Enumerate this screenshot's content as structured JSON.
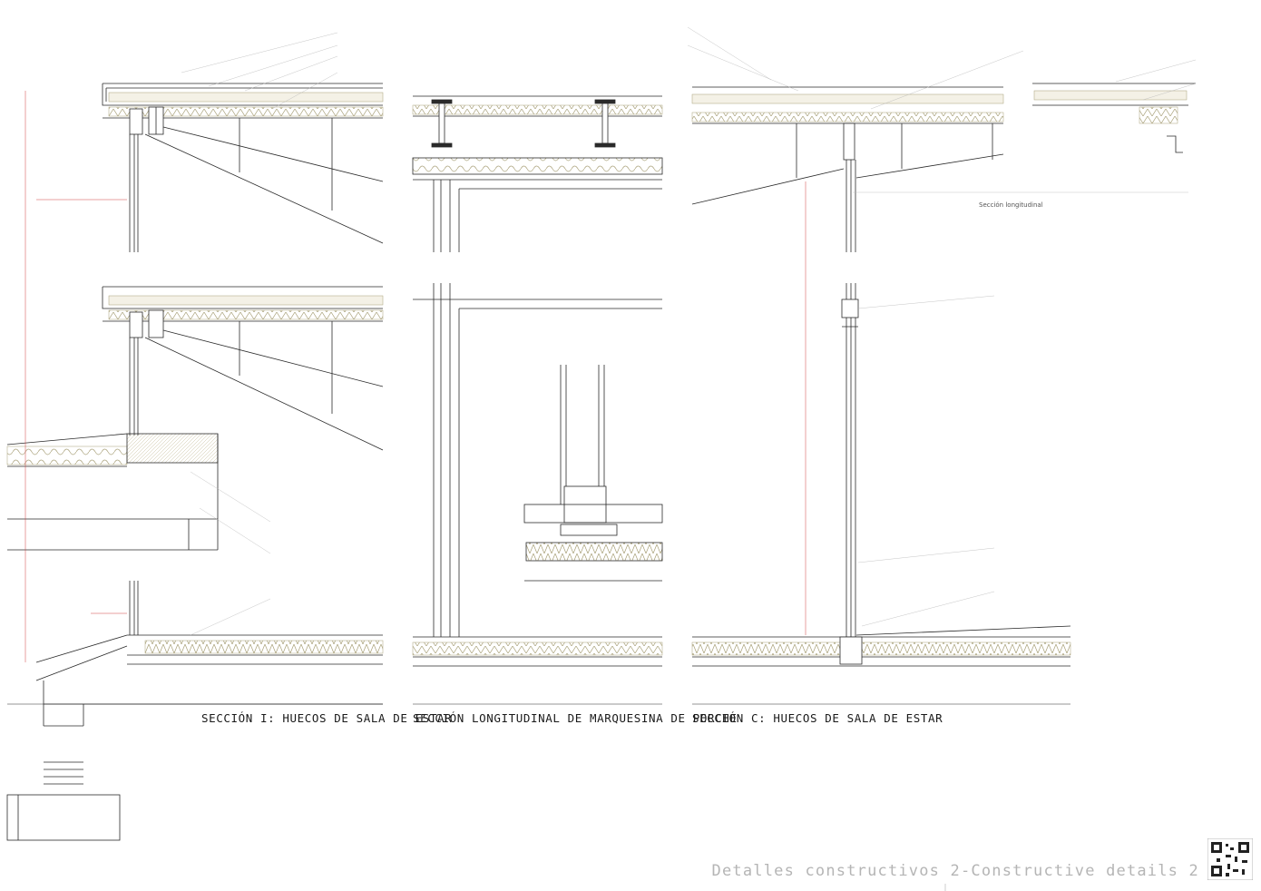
{
  "sections": [
    {
      "id": "seccion-1",
      "title": "SECCIÓN I: HUECOS DE SALA DE ESTAR"
    },
    {
      "id": "seccion-longitudinal",
      "title": "SECCIÓN LONGITUDINAL DE MARQUESINA DE PORCHE"
    },
    {
      "id": "seccion-c",
      "title": "SECCIÓN C: HUECOS DE SALA DE ESTAR"
    }
  ],
  "sheet_title": "Detalles constructivos 2-Constructive details 2",
  "annotations": {
    "seccion_longitudinal_label": "Sección longitudinal"
  },
  "colors": {
    "line": "#2a2a2a",
    "insulation": "#a8a078",
    "leader": "#b8b8b8",
    "dimension": "#d04040",
    "title_grey": "#b5b5b5"
  }
}
